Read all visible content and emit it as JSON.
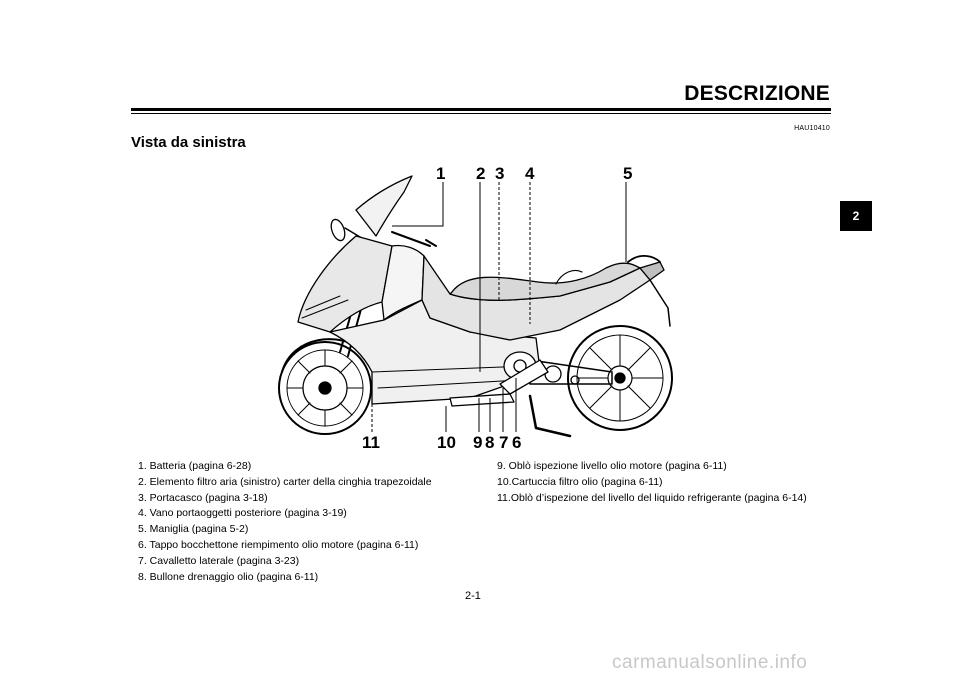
{
  "header": {
    "title": "DESCRIZIONE",
    "code": "HAU10410"
  },
  "section": {
    "title": "Vista da sinistra"
  },
  "chapter_tab": "2",
  "callouts_top": [
    "1",
    "2",
    "3",
    "4",
    "5"
  ],
  "callouts_bottom": [
    "11",
    "10",
    "9",
    "8",
    "7",
    "6"
  ],
  "legend_left": [
    "1.  Batteria (pagina 6-28)",
    "2.  Elemento filtro aria (sinistro) carter della cinghia trapezoidale",
    "3.  Portacasco (pagina 3-18)",
    "4.  Vano portaoggetti posteriore (pagina 3-19)",
    "5.  Maniglia (pagina 5-2)",
    "6.  Tappo bocchettone riempimento olio motore (pagina 6-11)",
    "7.  Cavalletto laterale (pagina 3-23)",
    "8.  Bullone drenaggio olio (pagina 6-11)"
  ],
  "legend_right": [
    "9.  Oblò ispezione livello olio motore (pagina 6-11)",
    "10.Cartuccia filtro olio (pagina 6-11)",
    "11.Oblò d’ispezione del livello del liquido refrigerante (pagina 6-14)"
  ],
  "page_number": "2-1",
  "watermark": "carmanualsonline.info"
}
